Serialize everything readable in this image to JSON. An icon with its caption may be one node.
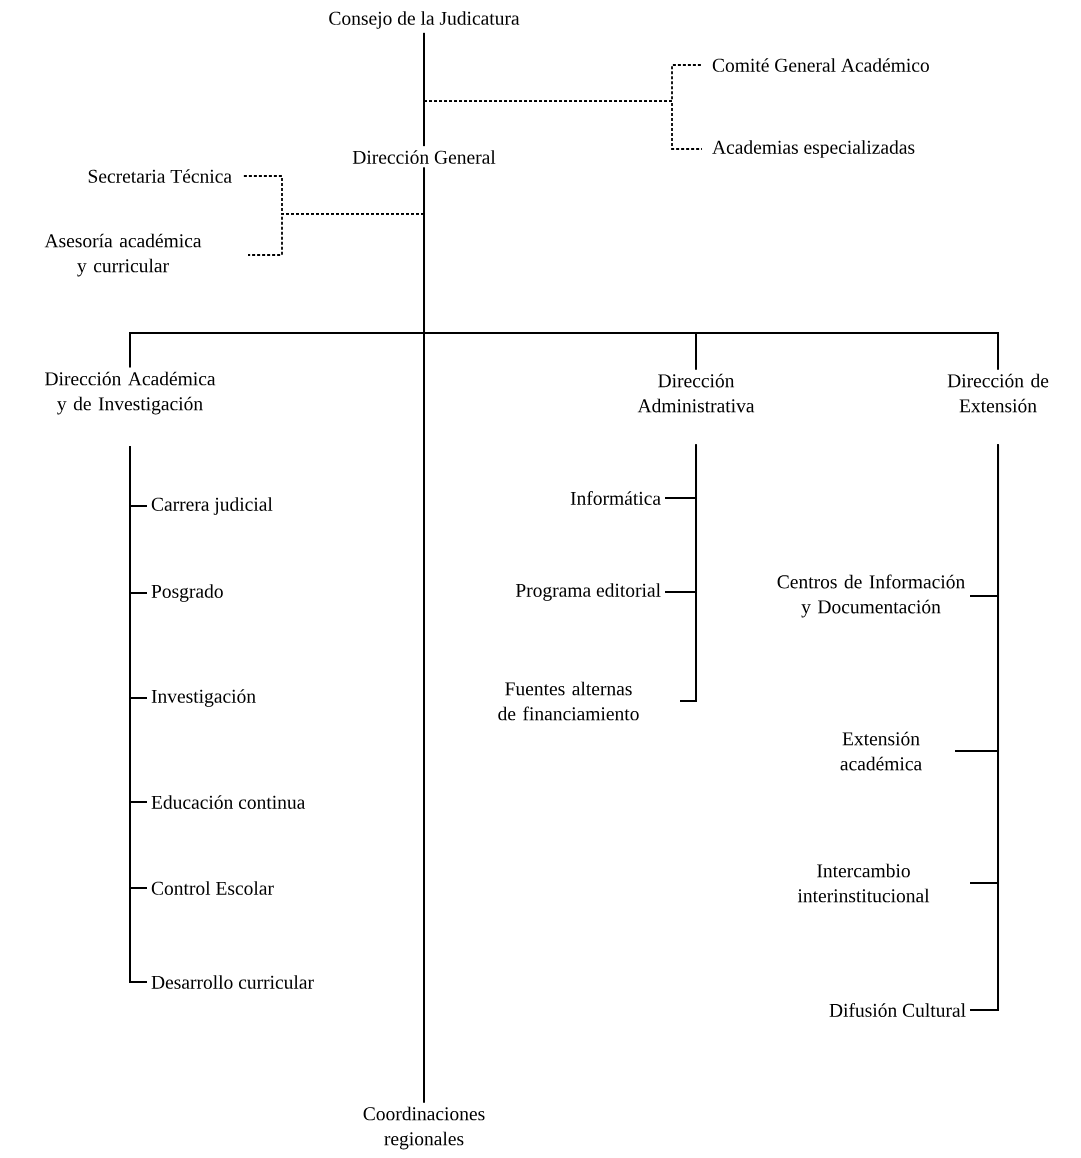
{
  "diagram": {
    "nodes": [
      {
        "text": [
          "Consejo de la Judicatura"
        ]
      },
      {
        "text": [
          "Dirección General"
        ]
      },
      {
        "text": [
          "Comité General Académico"
        ]
      },
      {
        "text": [
          "Academias especializadas"
        ]
      },
      {
        "text": [
          "Secretaria Técnica"
        ]
      },
      {
        "text": [
          "Asesoría académica y curricular"
        ]
      },
      {
        "text": [
          "Dirección Académica y de Investigación"
        ]
      },
      {
        "text": [
          "Dirección Administrativa"
        ]
      },
      {
        "text": [
          "Dirección de Extensión"
        ]
      },
      {
        "text": [
          "Coordinaciones regionales"
        ]
      },
      {
        "text": [
          "Carrera judicial"
        ]
      },
      {
        "text": [
          "Posgrado"
        ]
      },
      {
        "text": [
          "Investigación"
        ]
      },
      {
        "text": [
          "Educación continua"
        ]
      },
      {
        "text": [
          "Control Escolar"
        ]
      },
      {
        "text": [
          "Desarrollo curricular"
        ]
      },
      {
        "text": [
          "Informática"
        ]
      },
      {
        "text": [
          "Programa editorial"
        ]
      },
      {
        "text": [
          "Fuentes alternas de financiamiento"
        ]
      },
      {
        "text": [
          "Centros de Información y Documentación"
        ]
      },
      {
        "text": [
          "Extensión académica"
        ]
      },
      {
        "text": [
          "Intercambio interinstitucional"
        ]
      },
      {
        "text": [
          "Difusión Cultural"
        ]
      }
    ],
    "edges": [
      {
        "from": 0,
        "to": 1,
        "arrow": "none"
      },
      {
        "from": 1,
        "to": 2,
        "arrow": "none",
        "style": "dashed"
      },
      {
        "from": 1,
        "to": 3,
        "arrow": "none",
        "style": "dashed"
      },
      {
        "from": 1,
        "to": 4,
        "arrow": "none",
        "style": "dashed"
      },
      {
        "from": 1,
        "to": 5,
        "arrow": "none",
        "style": "dashed"
      },
      {
        "from": 1,
        "to": 6,
        "arrow": "none"
      },
      {
        "from": 1,
        "to": 7,
        "arrow": "none"
      },
      {
        "from": 1,
        "to": 8,
        "arrow": "none"
      },
      {
        "from": 1,
        "to": 9,
        "arrow": "none"
      },
      {
        "from": 6,
        "to": 10,
        "arrow": "none"
      },
      {
        "from": 6,
        "to": 11,
        "arrow": "none"
      },
      {
        "from": 6,
        "to": 12,
        "arrow": "none"
      },
      {
        "from": 6,
        "to": 13,
        "arrow": "none"
      },
      {
        "from": 6,
        "to": 14,
        "arrow": "none"
      },
      {
        "from": 6,
        "to": 15,
        "arrow": "none"
      },
      {
        "from": 7,
        "to": 16,
        "arrow": "none"
      },
      {
        "from": 7,
        "to": 17,
        "arrow": "none"
      },
      {
        "from": 7,
        "to": 18,
        "arrow": "none"
      },
      {
        "from": 8,
        "to": 19,
        "arrow": "none"
      },
      {
        "from": 8,
        "to": 20,
        "arrow": "none"
      },
      {
        "from": 8,
        "to": 21,
        "arrow": "none"
      },
      {
        "from": 8,
        "to": 22,
        "arrow": "none"
      }
    ]
  }
}
